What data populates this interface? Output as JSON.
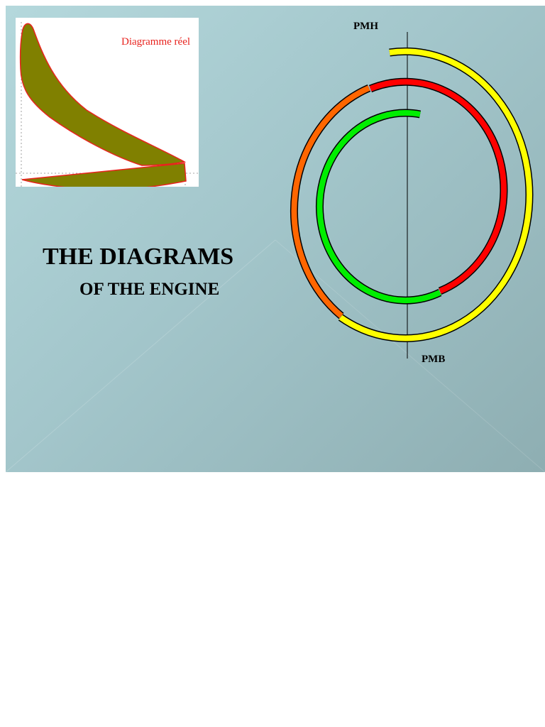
{
  "slide": {
    "title": "THE DIAGRAMS",
    "subtitle": "OF THE ENGINE",
    "background_colors": [
      "#b4d8dc",
      "#8eaeb2"
    ]
  },
  "inset_chart": {
    "label": "Diagramme réel",
    "label_color": "#e8231e",
    "fill_color": "#808000",
    "outline_color": "#e8231e"
  },
  "cycle_diagram": {
    "top_marker": "PMH",
    "bottom_marker": "PMB",
    "arc_colors": {
      "outer": "#ffff00",
      "outer_left": "#ff6600",
      "middle": "#ff0000",
      "inner": "#00ee00"
    }
  }
}
